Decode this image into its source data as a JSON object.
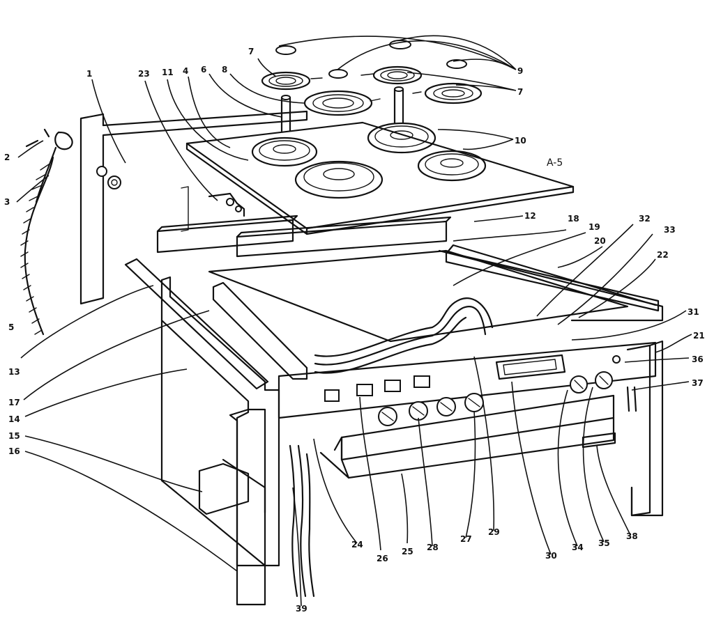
{
  "diagram": {
    "reference_code": "A-5",
    "callouts": [
      {
        "key": "c1",
        "label": "1"
      },
      {
        "key": "c2",
        "label": "2"
      },
      {
        "key": "c3",
        "label": "3"
      },
      {
        "key": "c4",
        "label": "4"
      },
      {
        "key": "c5",
        "label": "5"
      },
      {
        "key": "c6",
        "label": "6"
      },
      {
        "key": "c7a",
        "label": "7"
      },
      {
        "key": "c7b",
        "label": "7"
      },
      {
        "key": "c8",
        "label": "8"
      },
      {
        "key": "c9",
        "label": "9"
      },
      {
        "key": "c10",
        "label": "10"
      },
      {
        "key": "c11",
        "label": "11"
      },
      {
        "key": "c12",
        "label": "12"
      },
      {
        "key": "c13",
        "label": "13"
      },
      {
        "key": "c14",
        "label": "14"
      },
      {
        "key": "c15",
        "label": "15"
      },
      {
        "key": "c16",
        "label": "16"
      },
      {
        "key": "c17",
        "label": "17"
      },
      {
        "key": "c18",
        "label": "18"
      },
      {
        "key": "c19",
        "label": "19"
      },
      {
        "key": "c20",
        "label": "20"
      },
      {
        "key": "c21",
        "label": "21"
      },
      {
        "key": "c22",
        "label": "22"
      },
      {
        "key": "c23",
        "label": "23"
      },
      {
        "key": "c24",
        "label": "24"
      },
      {
        "key": "c25",
        "label": "25"
      },
      {
        "key": "c26",
        "label": "26"
      },
      {
        "key": "c27",
        "label": "27"
      },
      {
        "key": "c28",
        "label": "28"
      },
      {
        "key": "c29",
        "label": "29"
      },
      {
        "key": "c30",
        "label": "30"
      },
      {
        "key": "c31",
        "label": "31"
      },
      {
        "key": "c32",
        "label": "32"
      },
      {
        "key": "c33",
        "label": "33"
      },
      {
        "key": "c34",
        "label": "34"
      },
      {
        "key": "c35",
        "label": "35"
      },
      {
        "key": "c36",
        "label": "36"
      },
      {
        "key": "c37",
        "label": "37"
      },
      {
        "key": "c38",
        "label": "38"
      },
      {
        "key": "c39",
        "label": "39"
      }
    ]
  }
}
